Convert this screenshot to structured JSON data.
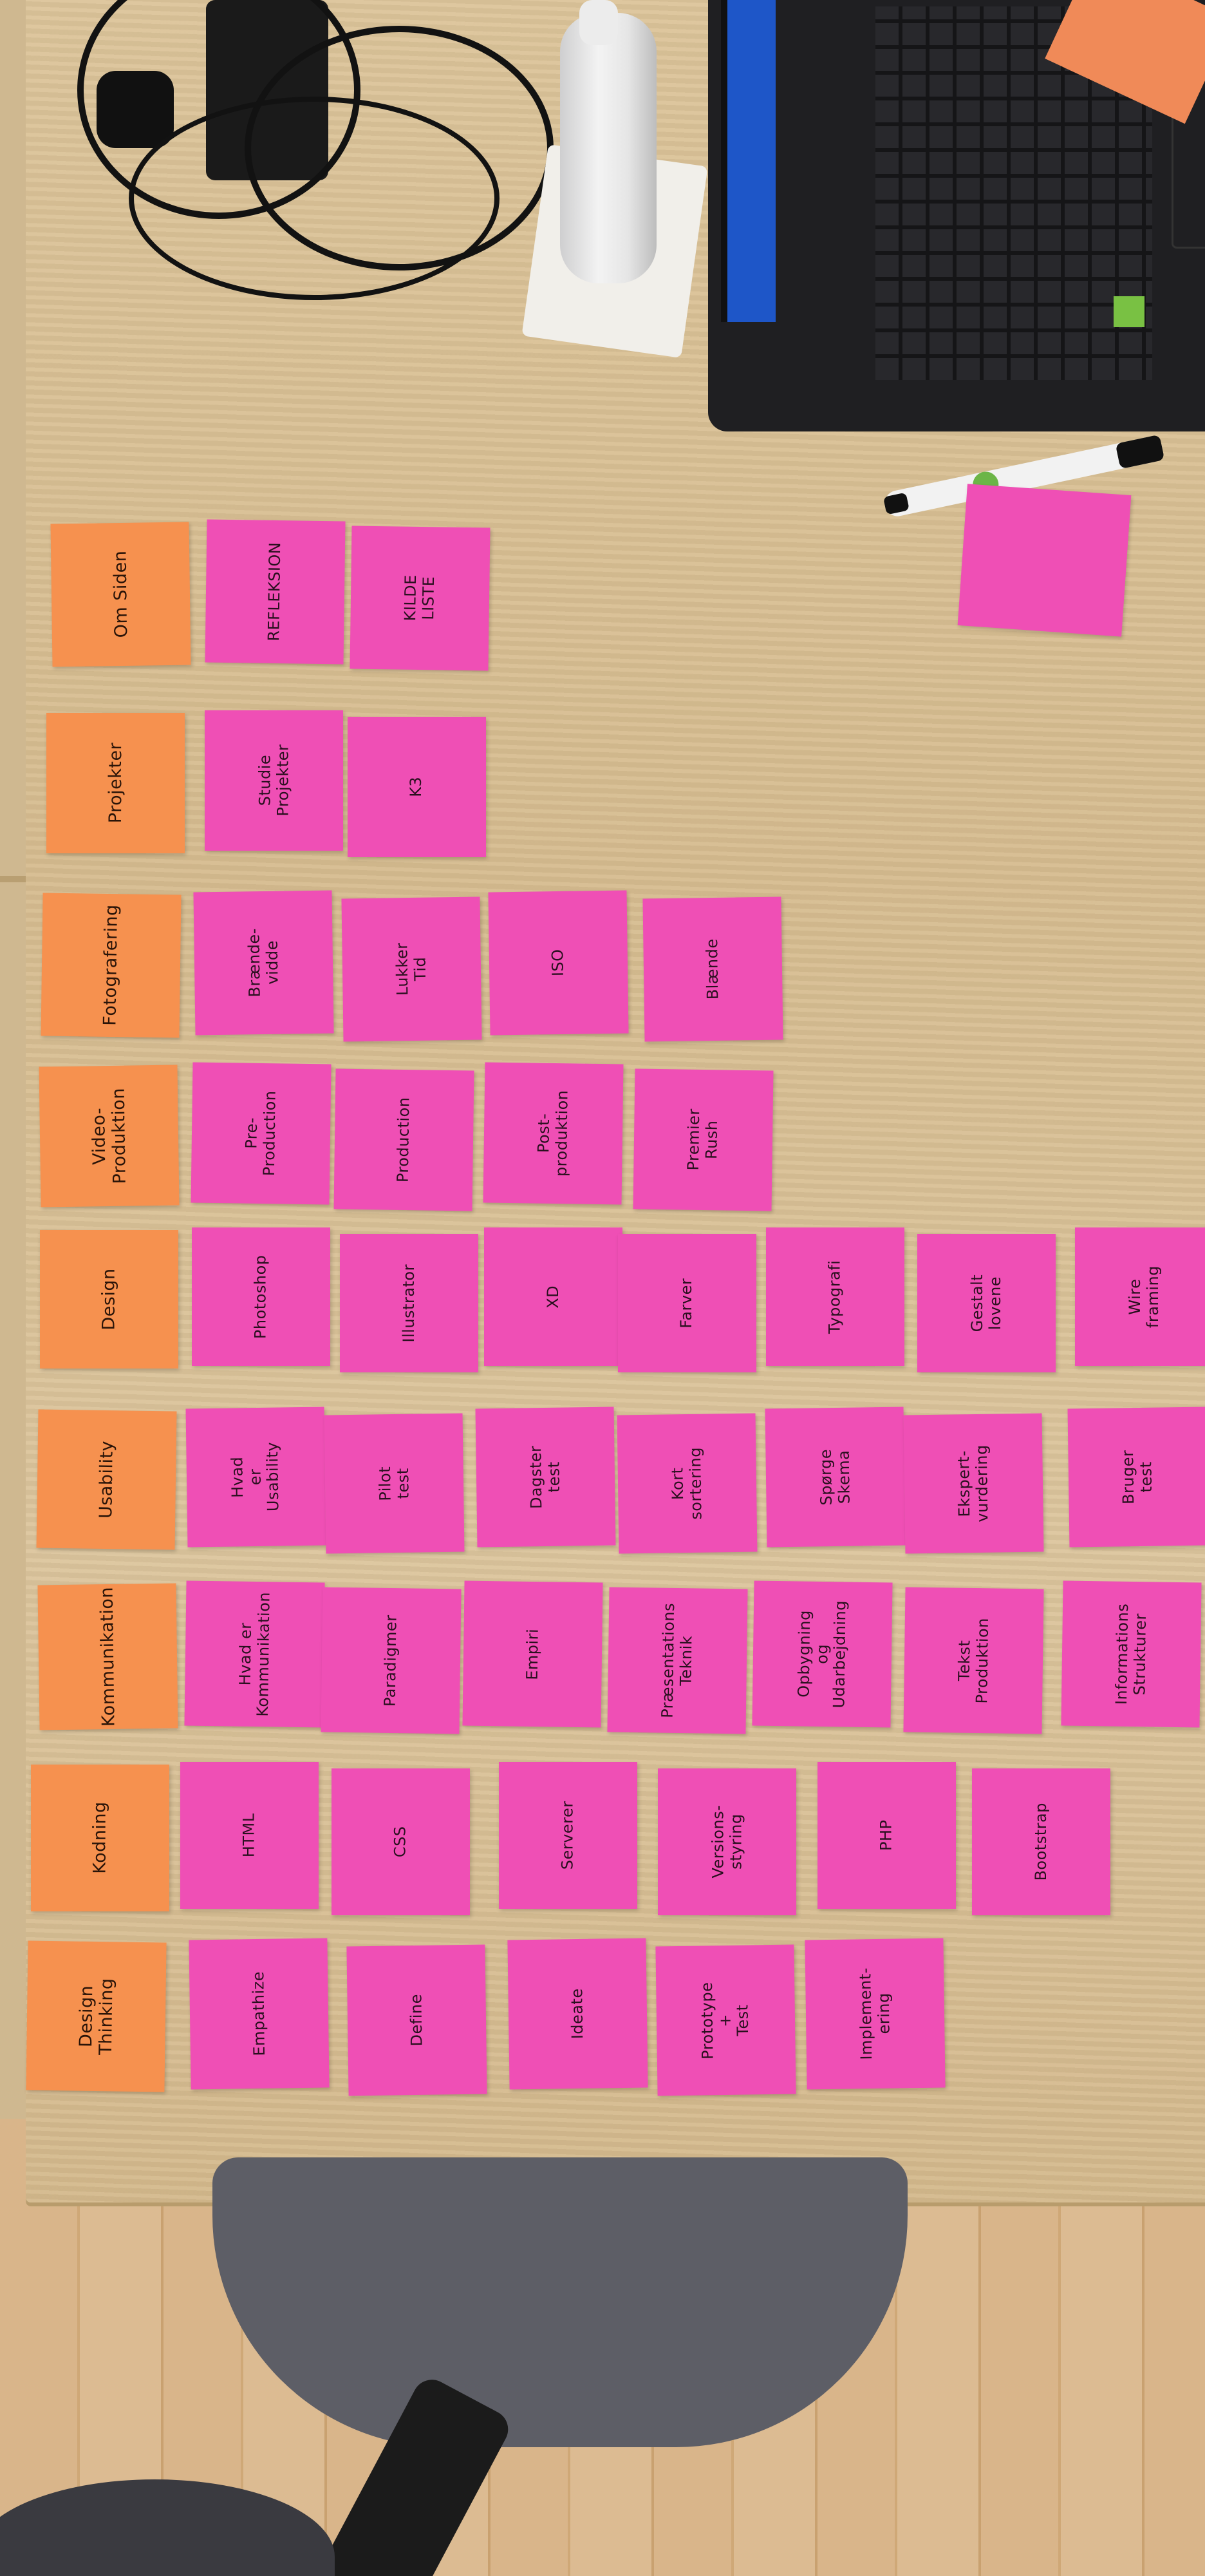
{
  "rows": [
    {
      "cat": "Om Siden",
      "items": [
        "REFLEKSION",
        "KILDE\nLISTE"
      ]
    },
    {
      "cat": "Projekter",
      "items": [
        "Studie\nProjekter",
        "K3"
      ]
    },
    {
      "cat": "Fotografering",
      "items": [
        "Brænde-\nvidde",
        "Lukker\nTid",
        "ISO",
        "Blænde"
      ]
    },
    {
      "cat": "Video-\nProduktion",
      "items": [
        "Pre-\nProduction",
        "Production",
        "Post-\nproduktion",
        "Premier\nRush"
      ]
    },
    {
      "cat": "Design",
      "items": [
        "Photoshop",
        "Illustrator",
        "XD",
        "Farver",
        "Typografi",
        "Gestalt\nlovene",
        "Wire\nframing"
      ]
    },
    {
      "cat": "Usability",
      "items": [
        "Hvad\ner\nUsability",
        "Pilot\ntest",
        "Dagster\ntest",
        "Kort\nsortering",
        "Spørge\nSkema",
        "Ekspert-\nvurdering",
        "Bruger\ntest"
      ]
    },
    {
      "cat": "Kommunikation",
      "items": [
        "Hvad er\nKommunikation",
        "Paradigmer",
        "Empiri",
        "Præsentations\nTeknik",
        "Opbygning\nog\nUdarbejdning",
        "Tekst\nProduktion",
        "Informations\nStrukturer"
      ]
    },
    {
      "cat": "Kodning",
      "items": [
        "HTML",
        "CSS",
        "Serverer",
        "Versions-\nstyring",
        "PHP",
        "Bootstrap"
      ]
    },
    {
      "cat": "Design\nThinking",
      "items": [
        "Empathize",
        "Define",
        "Ideate",
        "Prototype\n+\nTest",
        "Implement-\nering"
      ]
    }
  ],
  "loose_note": ""
}
